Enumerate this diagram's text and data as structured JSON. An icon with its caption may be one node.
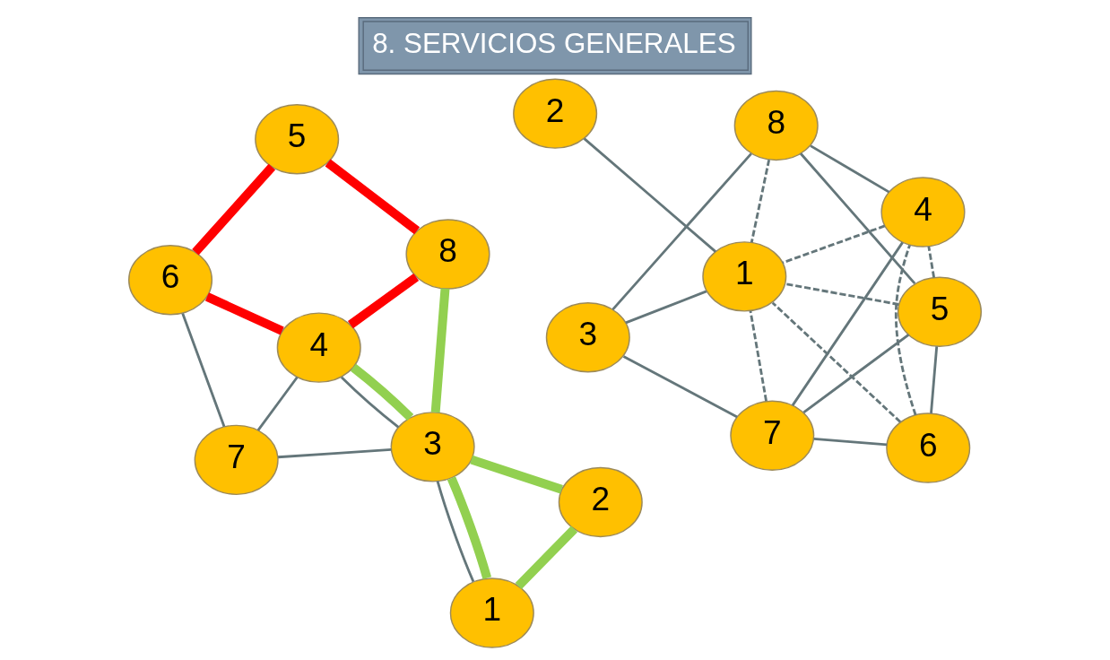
{
  "diagram": {
    "title": "8. SERVICIOS GENERALES",
    "nodes": [
      {
        "text": [
          "6"
        ]
      },
      {
        "text": [
          "5"
        ]
      },
      {
        "text": [
          "7"
        ]
      },
      {
        "text": [
          "4"
        ]
      },
      {
        "text": [
          "8"
        ]
      },
      {
        "text": [
          "2"
        ]
      },
      {
        "text": [
          "3"
        ]
      },
      {
        "text": [
          "1"
        ]
      },
      {
        "text": [
          "6"
        ]
      },
      {
        "text": [
          "5"
        ]
      },
      {
        "text": [
          "7"
        ]
      },
      {
        "text": [
          "4"
        ]
      },
      {
        "text": [
          "8"
        ]
      },
      {
        "text": [
          "2"
        ]
      },
      {
        "text": [
          "3"
        ]
      },
      {
        "text": [
          "1"
        ]
      }
    ],
    "edges": [
      {
        "from": 0,
        "to": 2,
        "arrow": "none"
      },
      {
        "from": 0,
        "to": 1,
        "arrow": "none",
        "style": "thick",
        "color": "#ff0000"
      },
      {
        "from": 0,
        "to": 3,
        "arrow": "none",
        "style": "thick",
        "color": "#ff0000"
      },
      {
        "from": 1,
        "to": 4,
        "arrow": "none",
        "style": "thick",
        "color": "#ff0000"
      },
      {
        "from": 3,
        "to": 4,
        "arrow": "none",
        "style": "thick",
        "color": "#ff0000"
      },
      {
        "from": 2,
        "to": 3,
        "arrow": "none"
      },
      {
        "from": 2,
        "to": 6,
        "arrow": "none"
      },
      {
        "from": 3,
        "to": 6,
        "arrow": "none",
        "style": "thick",
        "color": "#92d050"
      },
      {
        "from": 3,
        "to": 6,
        "arrow": "none"
      },
      {
        "from": 4,
        "to": 6,
        "arrow": "none",
        "style": "thick",
        "color": "#92d050"
      },
      {
        "from": 5,
        "to": 6,
        "arrow": "none",
        "style": "thick",
        "color": "#92d050"
      },
      {
        "from": 5,
        "to": 7,
        "arrow": "none",
        "style": "thick",
        "color": "#92d050"
      },
      {
        "from": 6,
        "to": 7,
        "arrow": "none",
        "style": "thick",
        "color": "#92d050"
      },
      {
        "from": 6,
        "to": 7,
        "arrow": "none"
      },
      {
        "from": 8,
        "to": 10,
        "arrow": "none"
      },
      {
        "from": 8,
        "to": 9,
        "arrow": "none"
      },
      {
        "from": 8,
        "to": 11,
        "arrow": "none",
        "style": "dashed"
      },
      {
        "from": 8,
        "to": 15,
        "arrow": "none",
        "style": "dashed"
      },
      {
        "from": 9,
        "to": 10,
        "arrow": "none"
      },
      {
        "from": 9,
        "to": 11,
        "arrow": "none",
        "style": "dashed"
      },
      {
        "from": 9,
        "to": 12,
        "arrow": "none"
      },
      {
        "from": 9,
        "to": 15,
        "arrow": "none",
        "style": "dashed"
      },
      {
        "from": 10,
        "to": 11,
        "arrow": "none"
      },
      {
        "from": 10,
        "to": 14,
        "arrow": "none"
      },
      {
        "from": 10,
        "to": 15,
        "arrow": "none",
        "style": "dashed"
      },
      {
        "from": 11,
        "to": 12,
        "arrow": "none"
      },
      {
        "from": 11,
        "to": 15,
        "arrow": "none",
        "style": "dashed"
      },
      {
        "from": 12,
        "to": 14,
        "arrow": "none"
      },
      {
        "from": 12,
        "to": 15,
        "arrow": "none",
        "style": "dashed"
      },
      {
        "from": 13,
        "to": 15,
        "arrow": "none"
      },
      {
        "from": 14,
        "to": 15,
        "arrow": "none"
      }
    ]
  }
}
